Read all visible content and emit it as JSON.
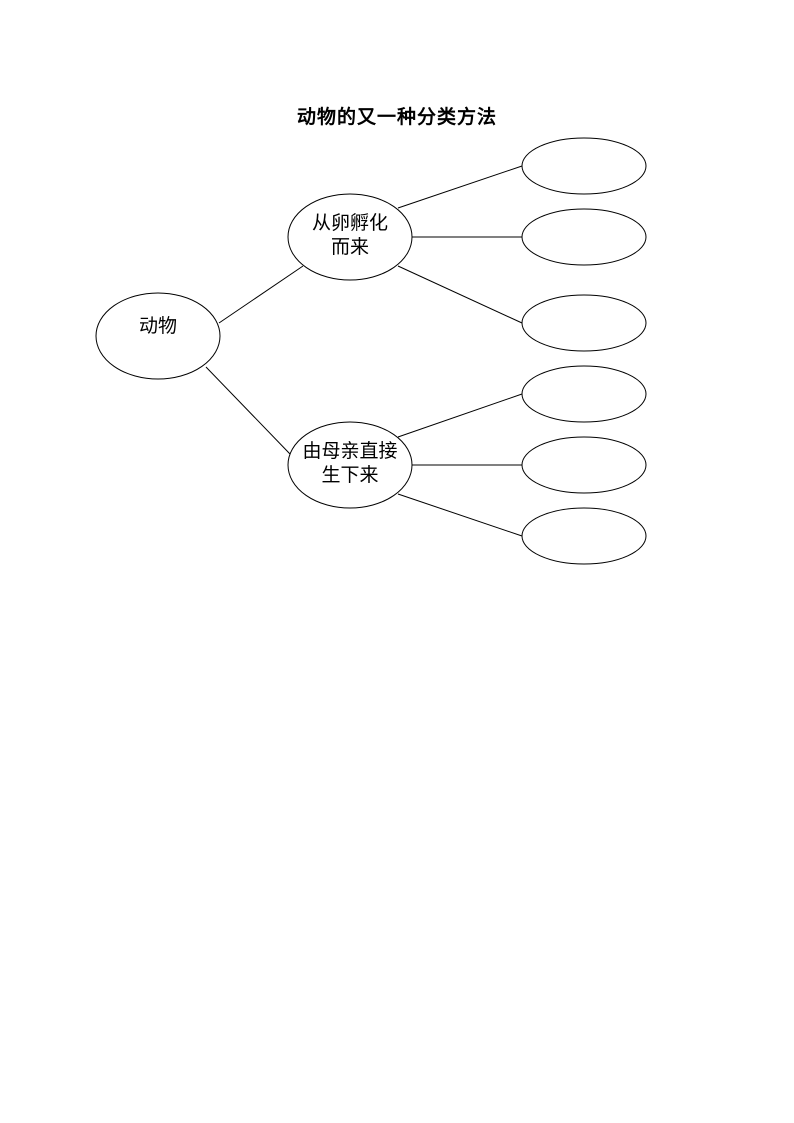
{
  "title": "动物的又一种分类方法",
  "root": {
    "label": "动物"
  },
  "branches": [
    {
      "lines": [
        "从卵孵化",
        "而来"
      ],
      "leaves": [
        "",
        "",
        ""
      ]
    },
    {
      "lines": [
        "由母亲直接",
        "生下来"
      ],
      "leaves": [
        "",
        "",
        ""
      ]
    }
  ],
  "colors": {
    "stroke": "#000000",
    "fill": "#ffffff",
    "text": "#000000"
  }
}
